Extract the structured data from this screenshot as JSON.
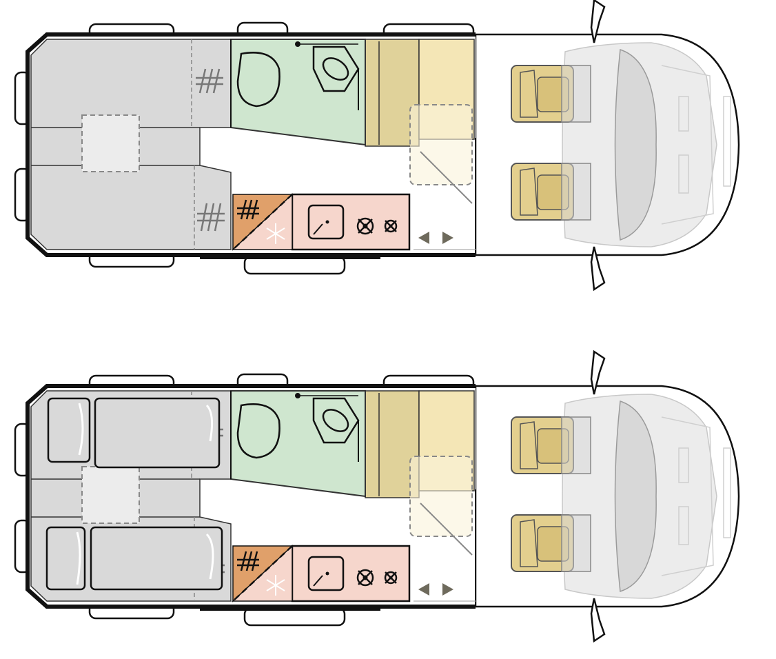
{
  "diagram": {
    "kind": "campervan-floorplan",
    "variants": [
      {
        "id": "day-layout",
        "rear_beds": false
      },
      {
        "id": "night-layout",
        "rear_beds": true
      }
    ],
    "icons": [
      "toilet-icon",
      "washbasin-icon",
      "wardrobe-hanger-icon",
      "sink-icon",
      "stove-burner-icon",
      "snowflake-icon",
      "arrow-left-icon",
      "arrow-right-icon",
      "driver-seat-icon",
      "passenger-seat-icon",
      "mirror-icon",
      "wheel-icon"
    ],
    "colors": {
      "bathroom": "#cfe6cf",
      "wardrobe": "#e0d29a",
      "wardrobe_light": "#f4e6b6",
      "kitchen": "#f6d6cc",
      "fridge_panel": "#e0a06a",
      "rear_area": "#d9d9d9",
      "seat": "#e3cf8e",
      "arrow": "#6e6a5c"
    }
  }
}
